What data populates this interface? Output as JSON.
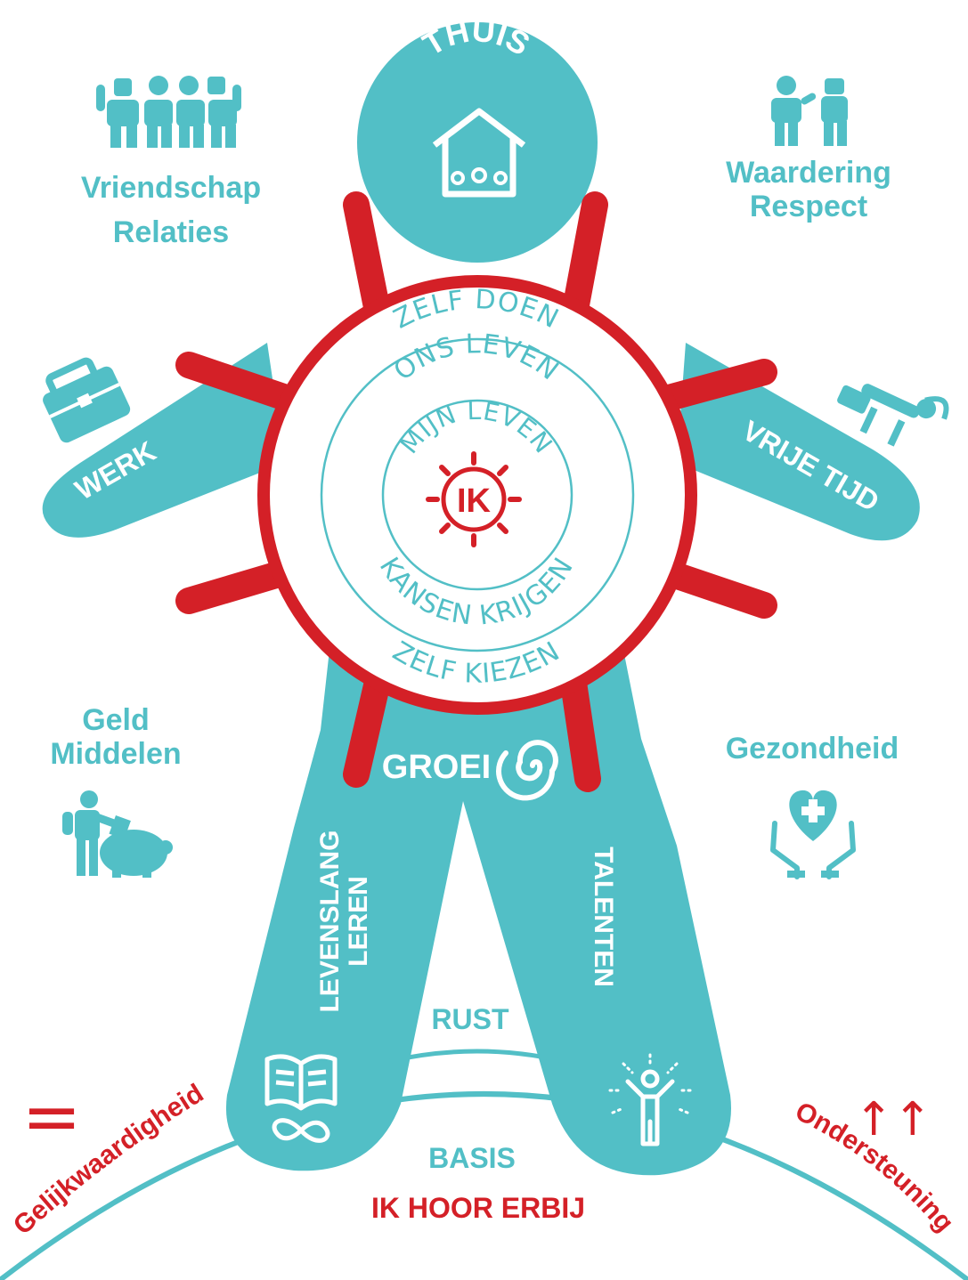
{
  "colors": {
    "teal": "#52bfc6",
    "red": "#d42027",
    "white": "#ffffff"
  },
  "head": {
    "label": "THUIS"
  },
  "arms": {
    "left": "WERK",
    "right": "VRIJE TIJD"
  },
  "legs": {
    "left_line1": "LEVENSLANG",
    "left_line2": "LEREN",
    "right": "TALENTEN"
  },
  "groei": "GROEI",
  "rust": "RUST",
  "basis": "BASIS",
  "ik_hoor_erbij": "IK HOOR ERBIJ",
  "rings": {
    "outer_top": "ZELF DOEN",
    "outer_bottom": "ZELF KIEZEN",
    "middle_top": "ONS LEVEN",
    "middle_bottom": "KANSEN KRIJGEN",
    "inner_top": "MIJN LEVEN",
    "center": "IK"
  },
  "corners": {
    "top_left_line1": "Vriendschap",
    "top_left_line2": "Relaties",
    "top_right_line1": "Waardering",
    "top_right_line2": "Respect",
    "mid_left_line1": "Geld",
    "mid_left_line2": "Middelen",
    "mid_right": "Gezondheid"
  },
  "ground": {
    "left": "Gelijkwaardigheid",
    "right": "Ondersteuning",
    "left_symbol": "=",
    "right_symbol": "↑↑"
  },
  "icons": {
    "friends": "group-of-friends-icon",
    "appreciation": "two-people-handshake-icon",
    "work": "briefcase-icon",
    "leisure": "lounge-chair-icon",
    "money": "piggy-bank-icon",
    "health": "heart-in-hands-icon",
    "home": "house-with-family-icon",
    "growth": "spiral-icon",
    "learning": "book-infinity-icon",
    "talent": "shining-person-icon",
    "wheel": "ships-wheel-icon"
  }
}
